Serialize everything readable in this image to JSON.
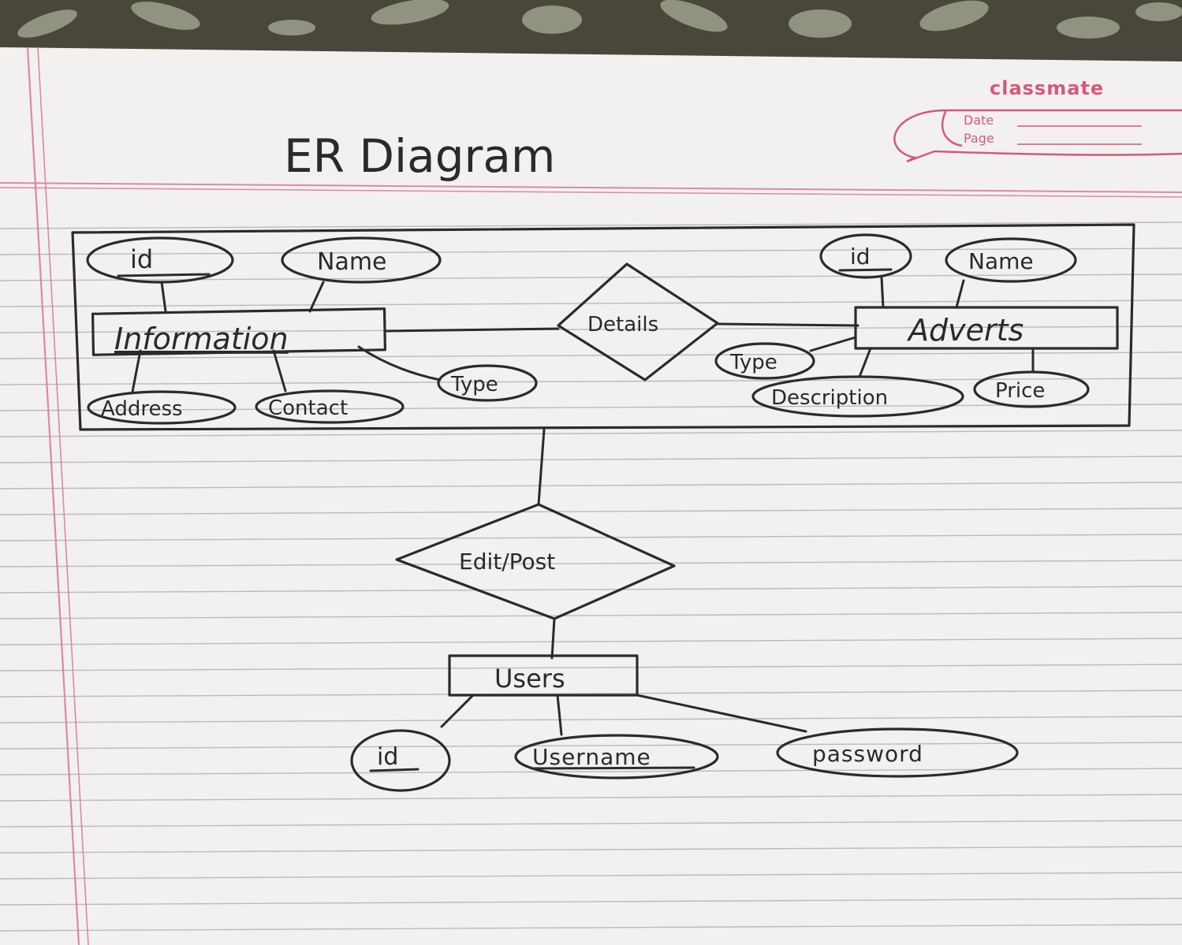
{
  "title": "ER Diagram",
  "notebook": {
    "brand": "classmate",
    "date_label": "Date",
    "page_label": "Page"
  },
  "entities": {
    "information": "Information",
    "adverts": "Adverts",
    "users": "Users"
  },
  "relationships": {
    "details": "Details",
    "edit_post": "Edit/Post"
  },
  "attributes": {
    "information": {
      "id": "id",
      "name": "Name",
      "address": "Address",
      "contact": "Contact",
      "type": "Type"
    },
    "adverts": {
      "id": "id",
      "name": "Name",
      "type": "Type",
      "description": "Description",
      "price": "Price"
    },
    "users": {
      "id": "id",
      "username": "Username",
      "password": "password"
    }
  },
  "colors": {
    "ink": "#2b2b2b",
    "margin_line": "#d98aa6",
    "ruled_line": "#b9b9c0",
    "brand": "#d4587e",
    "background": "#4a463c"
  }
}
